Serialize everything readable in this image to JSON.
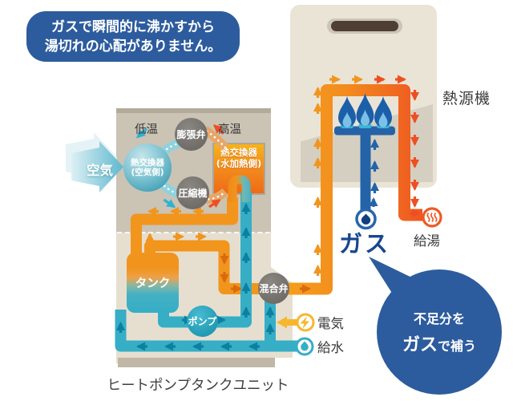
{
  "callout": {
    "line1": "ガスで瞬間的に沸かすから",
    "line2": "湯切れの心配がありません。"
  },
  "heat_source": {
    "label": "熱源機"
  },
  "hp": {
    "caption": "ヒートポンプタンクユニット",
    "air": "空気",
    "low": "低温",
    "high": "高温",
    "hx_air1": "熱交換器",
    "hx_air2": "(空気側)",
    "hx_water1": "熱交換器",
    "hx_water2": "(水加熱側)",
    "valve": "膨張弁",
    "comp": "圧縮機",
    "tank": "タンク",
    "pump": "ポンプ",
    "mix": "混合弁"
  },
  "io": {
    "gas": "ガス",
    "hot": "給湯",
    "elec": "電気",
    "water": "給水"
  },
  "bubble": {
    "line1": "不足分を",
    "em": "ガス",
    "rest": "で補う"
  },
  "colors": {
    "accent_blue": "#2d5c9e",
    "pipe_orange": "#f2951d",
    "pipe_red": "#ee4f22",
    "pipe_teal": "#35aec6",
    "burner_blue": "#2563a8",
    "electric_yellow": "#f8b62d",
    "gas_text_navy": "#17478e"
  }
}
